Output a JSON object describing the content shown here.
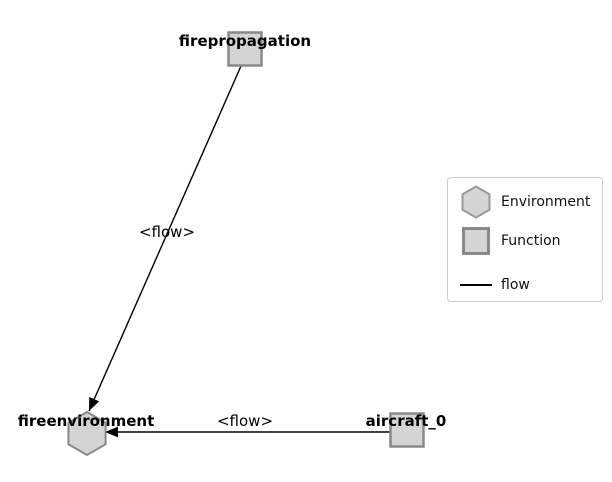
{
  "diagram": {
    "nodes": [
      {
        "id": "firepropagation",
        "label": "firepropagation",
        "type": "Function",
        "shape": "square"
      },
      {
        "id": "fireenvironment",
        "label": "fireenvironment",
        "type": "Environment",
        "shape": "hexagon"
      },
      {
        "id": "aircraft_0",
        "label": "aircraft_0",
        "type": "Function",
        "shape": "square"
      }
    ],
    "edges": [
      {
        "from": "firepropagation",
        "to": "fireenvironment",
        "label": "<flow>",
        "type": "flow"
      },
      {
        "from": "aircraft_0",
        "to": "fireenvironment",
        "label": "<flow>",
        "type": "flow"
      }
    ],
    "colors": {
      "background": "#ffffff",
      "node_fill": "#d4d4d4",
      "node_border": "#898989",
      "edge": "#000000"
    }
  },
  "legend": {
    "items": [
      {
        "symbol": "hexagon",
        "label": "Environment"
      },
      {
        "symbol": "square",
        "label": "Function"
      },
      {
        "symbol": "line",
        "label": "flow"
      }
    ]
  }
}
